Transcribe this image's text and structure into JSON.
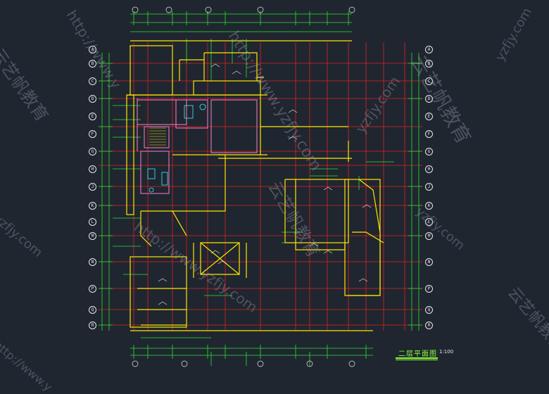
{
  "drawing": {
    "title": "二层平面图",
    "scale": "1:100",
    "colors": {
      "background": "#1f2630",
      "grid_axis": "#e02020",
      "wall": "#ffe600",
      "dimension": "#2fe02f",
      "room_outline": "#ff7ec8",
      "text": "#e8e8e8"
    }
  },
  "watermarks": {
    "brand": "云艺帆教育",
    "url_http": "http://www.yzfjy.com",
    "url_short": "yzfjy.com",
    "url_partial": "http://www.y"
  },
  "left_axis_labels": [
    "A",
    "B",
    "C",
    "D",
    "E",
    "F",
    "G",
    "H",
    "J",
    "K",
    "L",
    "M",
    "N",
    "P",
    "Q",
    "R"
  ],
  "right_axis_labels": [
    "A",
    "B",
    "C",
    "D",
    "E",
    "F",
    "G",
    "H",
    "J",
    "K",
    "L",
    "M",
    "N",
    "P",
    "Q",
    "R"
  ]
}
